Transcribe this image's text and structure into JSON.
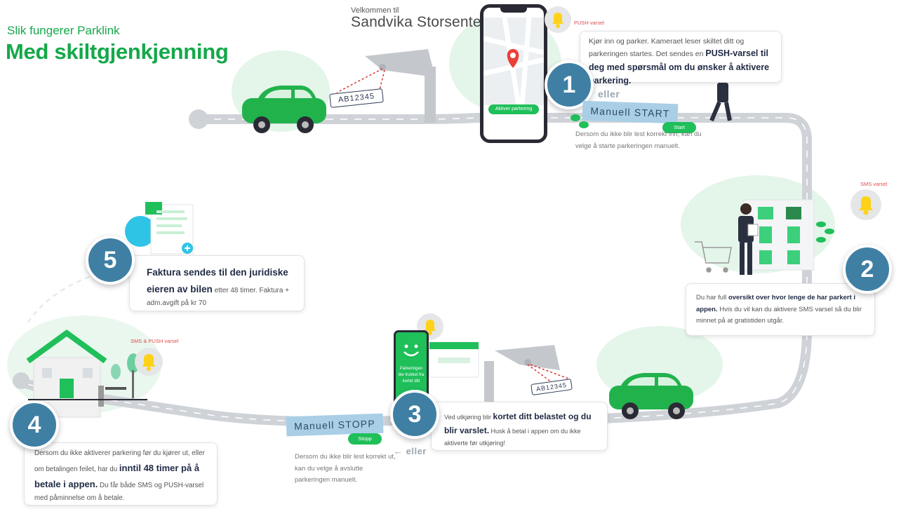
{
  "header": {
    "subtitle": "Slik fungerer Parklink",
    "title": "Med skiltgjenkjenning"
  },
  "welcome": {
    "line1": "Velkommen til",
    "line2": "Sandvika Storsenter"
  },
  "plates": {
    "top": "AB12345",
    "bottom": "AB12345"
  },
  "colors": {
    "green": "#14a84a",
    "badge": "#3f7fa4",
    "manual_bg": "#a9cfe6",
    "road": "#cfd3d8",
    "alert": "#e04c4c"
  },
  "step1": {
    "number": "1",
    "push_label": "PUSH varsel",
    "phone_button": "Aktiver parkering",
    "text_pre": "Kjør inn og parker. Kameraet leser skiltet ditt og parkeringen startes. Det sendes en ",
    "text_bold": "PUSH-varsel til deg med spørsmål om du ønsker å aktivere parkering.",
    "eller": "eller",
    "manual_label": "Manuell START",
    "manual_button": "Start",
    "manual_note": "Dersom du ikke blir lest korrekt inn, kan du velge å starte parkeringen manuelt."
  },
  "step2": {
    "number": "2",
    "sms_label": "SMS varsel",
    "text_pre": "Du har full ",
    "text_bold": "oversikt over hvor lenge de har parkert i appen.",
    "text_post": " Hvis du vil kan du aktivere SMS varsel så du blir minnet på at gratistiden utgår."
  },
  "step3": {
    "number": "3",
    "phone_text": "Parkeringen ble trukket fra kortet ditt",
    "text_pre": "Ved utkjøring blir ",
    "text_bold": "kortet ditt belastet og du blir varslet.",
    "text_post": " Husk å betal i appen om du ikke aktiverte før utkjøring!",
    "eller": "← eller",
    "manual_label": "Manuell STOPP",
    "manual_button": "Stopp",
    "manual_note": "Dersom du ikke blir lest korrekt ut, kan du velge å avslutte parkeringen manuelt."
  },
  "step4": {
    "number": "4",
    "alert_label": "SMS & PUSH varsel",
    "text_pre": "Dersom du ikke aktiverer parkering før du kjører ut, eller om betalingen feilet, har du ",
    "text_bold": "inntil 48 timer på å betale i appen.",
    "text_post": " Du får både SMS og PUSH-varsel med påminnelse om å betale."
  },
  "step5": {
    "number": "5",
    "text_bold": "Faktura sendes til den juridiske eieren av bilen",
    "text_post": " etter 48 timer. Faktura + adm.avgift på kr 70"
  }
}
